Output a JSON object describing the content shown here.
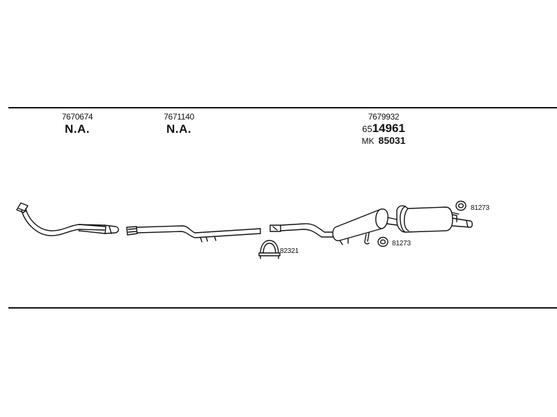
{
  "columns": [
    {
      "part_number": "7670674",
      "status": "N.A."
    },
    {
      "part_number": "7671140",
      "status": "N.A."
    },
    {
      "part_number": "7679932",
      "ref_prefix": "65",
      "ref_number": "14961",
      "mk_prefix": "MK",
      "mk_number": "85031"
    }
  ],
  "callouts": {
    "clamp": "82321",
    "hanger_upper": "81273",
    "hanger_lower": "81273"
  },
  "icons": [
    "front-pipe-icon",
    "intermediate-pipe-icon",
    "middle-pipe-icon",
    "center-muffler-icon",
    "rear-muffler-icon",
    "clamp-icon",
    "rubber-hanger-icon"
  ]
}
